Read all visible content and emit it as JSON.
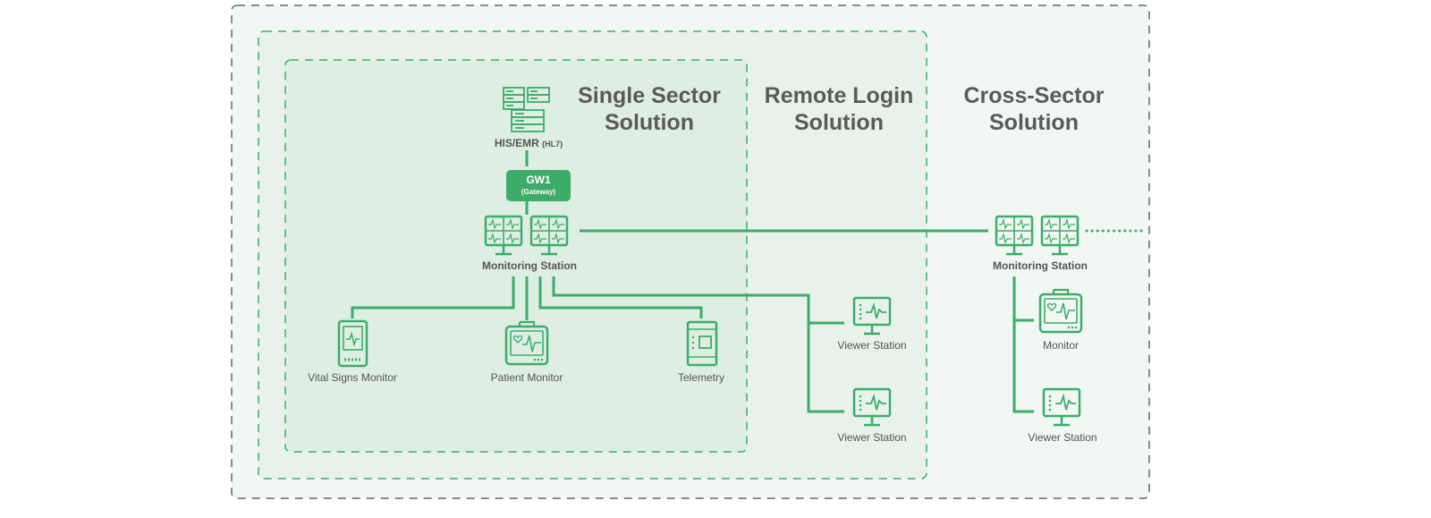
{
  "colors": {
    "accent": "#3dac6b",
    "zone_outer": "#f1f7f2",
    "zone_mid": "#e8f2ea",
    "zone_inner": "#deeee2",
    "title_text": "#5a5a5a",
    "label_text": "#555555",
    "outer_border": "#666666"
  },
  "zones": {
    "single_sector": {
      "title_line1": "Single Sector",
      "title_line2": "Solution"
    },
    "remote_login": {
      "title_line1": "Remote Login",
      "title_line2": "Solution"
    },
    "cross_sector": {
      "title_line1": "Cross-Sector",
      "title_line2": "Solution"
    }
  },
  "nodes": {
    "his_emr": {
      "label": "HIS/EMR",
      "sub": "(HL7)",
      "icon": "server-icon"
    },
    "gateway": {
      "label": "GW1",
      "sub": "(Gateway)"
    },
    "monitoring_station": {
      "label": "Monitoring Station",
      "icon": "monitoring-station-icon"
    },
    "vital_signs_monitor": {
      "label": "Vital Signs Monitor",
      "icon": "vital-signs-monitor-icon"
    },
    "patient_monitor": {
      "label": "Patient Monitor",
      "icon": "patient-monitor-icon"
    },
    "telemetry": {
      "label": "Telemetry",
      "icon": "telemetry-icon"
    },
    "viewer_station_1": {
      "label": "Viewer Station",
      "icon": "viewer-station-icon"
    },
    "viewer_station_2": {
      "label": "Viewer Station",
      "icon": "viewer-station-icon"
    },
    "cross_monitoring_station": {
      "label": "Monitoring Station",
      "icon": "monitoring-station-icon"
    },
    "cross_monitor": {
      "label": "Monitor",
      "icon": "patient-monitor-icon"
    },
    "cross_viewer_station": {
      "label": "Viewer Station",
      "icon": "viewer-station-icon"
    }
  }
}
